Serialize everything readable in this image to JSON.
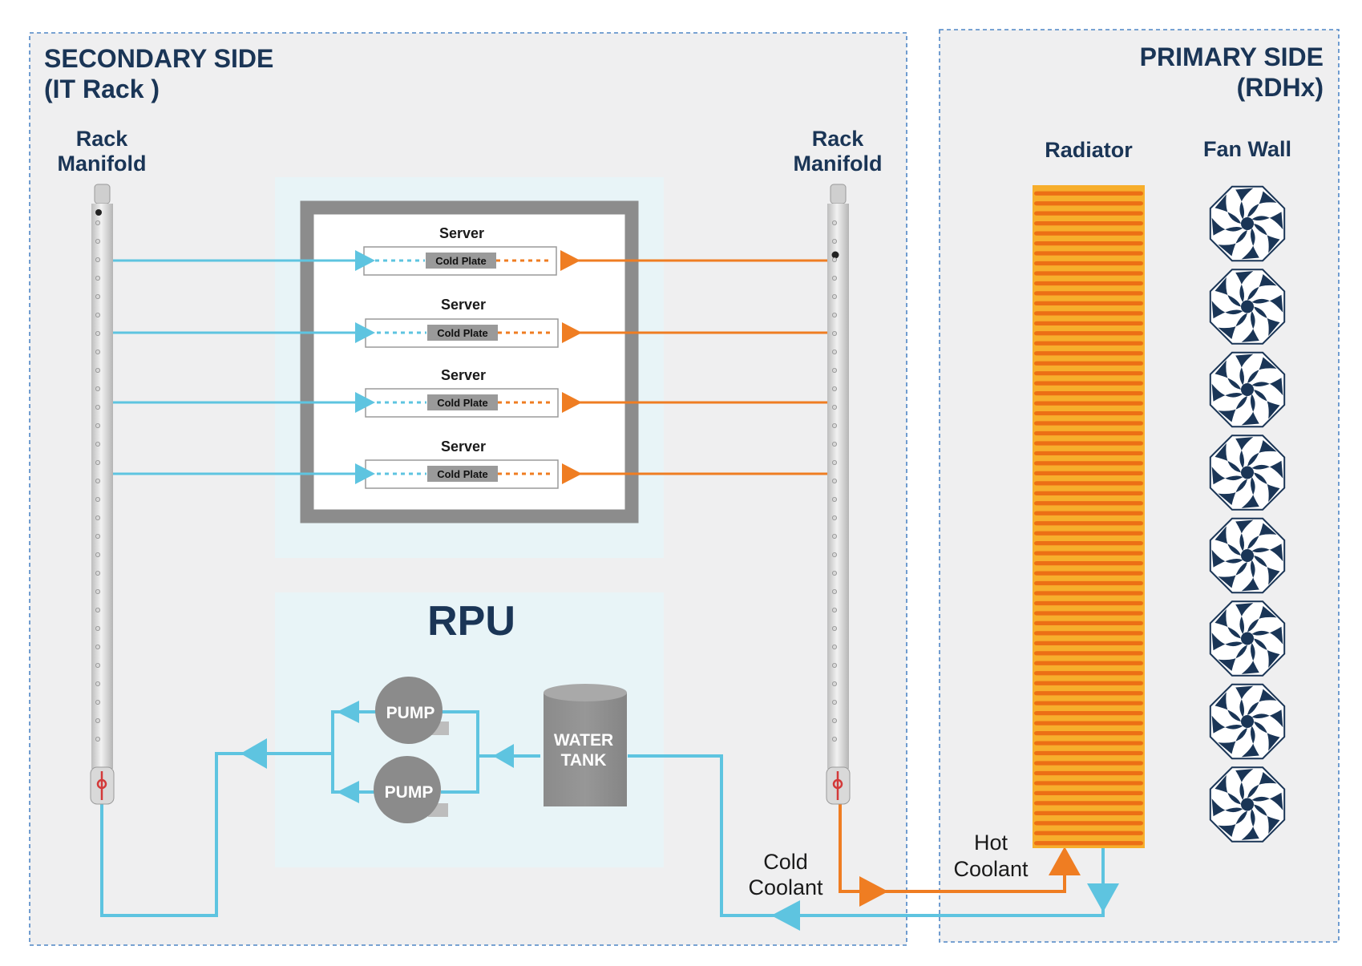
{
  "secondary_side": {
    "title_line1": "SECONDARY SIDE",
    "title_line2": "(IT Rack )"
  },
  "primary_side": {
    "title_line1": "PRIMARY SIDE",
    "title_line2": "(RDHx)"
  },
  "left_manifold": {
    "line1": "Rack",
    "line2": "Manifold"
  },
  "right_manifold": {
    "line1": "Rack",
    "line2": "Manifold"
  },
  "servers": [
    {
      "label": "Server",
      "plate": "Cold Plate"
    },
    {
      "label": "Server",
      "plate": "Cold Plate"
    },
    {
      "label": "Server",
      "plate": "Cold Plate"
    },
    {
      "label": "Server",
      "plate": "Cold Plate"
    }
  ],
  "rpu": {
    "title": "RPU",
    "pump_top": "PUMP",
    "pump_bottom": "PUMP",
    "tank_line1": "WATER",
    "tank_line2": "TANK"
  },
  "radiator_label": "Radiator",
  "fan_wall_label": "Fan Wall",
  "fan_count": 8,
  "cold_coolant": {
    "line1": "Cold",
    "line2": "Coolant"
  },
  "hot_coolant": {
    "line1": "Hot",
    "line2": "Coolant"
  },
  "colors": {
    "cold": "#5ec4e0",
    "hot": "#ef7d22",
    "navy": "#1a3556",
    "panel": "#efeff0",
    "dash_border": "#4f86c6",
    "light_box": "#e8f4f7",
    "gray": "#8c8c8c",
    "radiator_orange": "#f7ae2c",
    "radiator_dark": "#ec6f15"
  }
}
